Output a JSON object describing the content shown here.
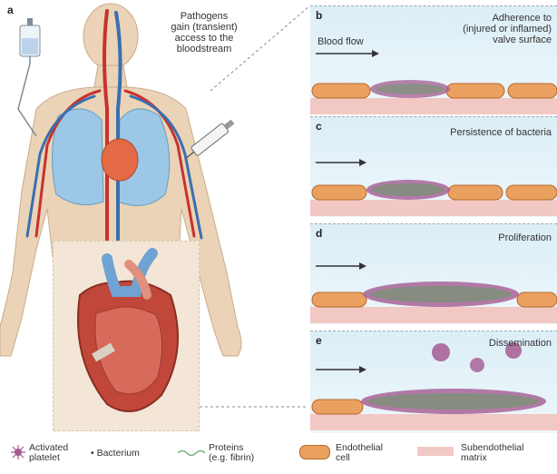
{
  "panels": {
    "a": {
      "label": "a",
      "caption_lines": [
        "Pathogens",
        "gain (transient)",
        "access to the",
        "bloodstream"
      ]
    },
    "b": {
      "label": "b",
      "caption_lines": [
        "Adherence to",
        "(injured or inflamed)",
        "valve surface"
      ],
      "flow_label": "Blood flow"
    },
    "c": {
      "label": "c",
      "caption_lines": [
        "Persistence of bacteria"
      ]
    },
    "d": {
      "label": "d",
      "caption_lines": [
        "Proliferation"
      ]
    },
    "e": {
      "label": "e",
      "caption_lines": [
        "Dissemination"
      ]
    }
  },
  "legend": {
    "platelet": [
      "Activated",
      "platelet"
    ],
    "bacterium": "• Bacterium",
    "proteins": [
      "Proteins",
      "(e.g. fibrin)"
    ],
    "endothelial": [
      "Endothelial",
      "cell"
    ],
    "subendothelial": [
      "Subendothelial",
      "matrix"
    ]
  },
  "colors": {
    "vein": "#3a6fb0",
    "artery": "#c8322e",
    "lung": "#9cc7e6",
    "skin": "#e9cfb0",
    "endothelium": "#eaa060",
    "platelet": "#a45a92",
    "bacterium": "#5aa05a",
    "subendothelial": "#f2c8c4"
  }
}
